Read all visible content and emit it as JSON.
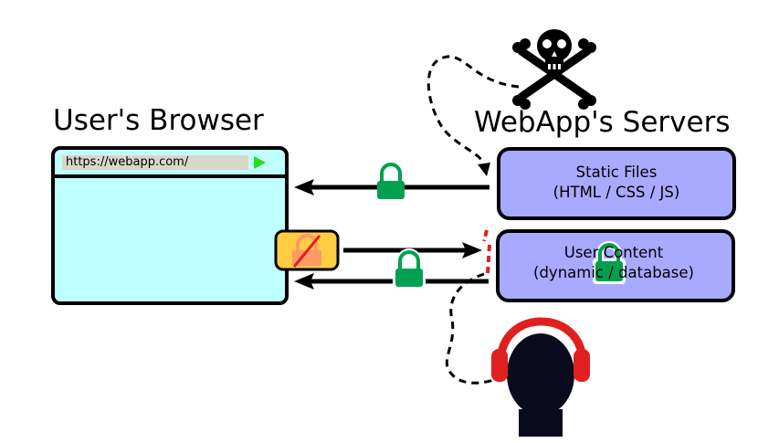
{
  "browser": {
    "title": "User's Browser",
    "url": "https://webapp.com/"
  },
  "servers": {
    "title": "WebApp's Servers",
    "static_files": {
      "line1": "Static Files",
      "line2": "(HTML / CSS / JS)"
    },
    "user_content": {
      "line1": "User Content",
      "line2": "(dynamic / database)"
    }
  },
  "colors": {
    "browser_fill": "#c0ffff",
    "server_fill": "#a8aaff",
    "lock_green": "#00a050",
    "broken_lock_fill": "#ffcc44",
    "attacker_red": "#e02020",
    "attacker_dark": "#0a0a1e"
  },
  "icons": [
    "skull-crossbones-icon",
    "green-lock-icon",
    "broken-lock-icon",
    "attacker-headphones-icon"
  ]
}
